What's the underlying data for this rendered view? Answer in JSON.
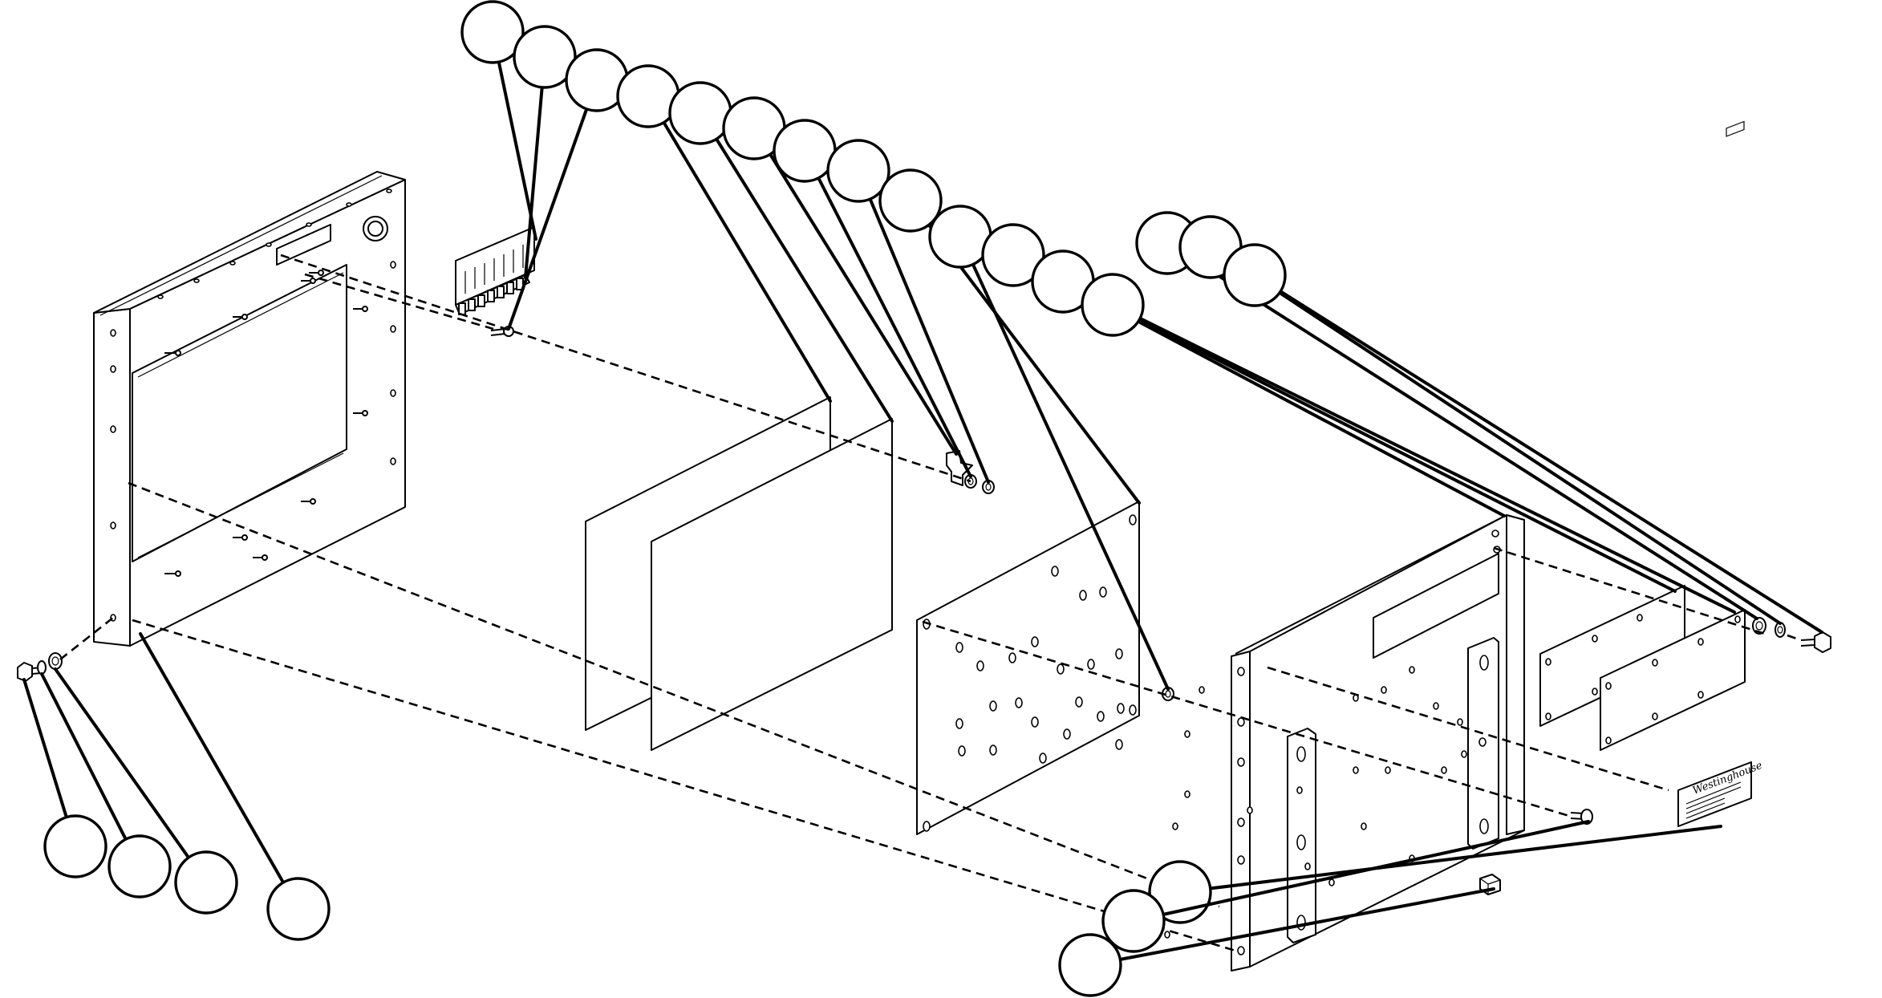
{
  "diagram": {
    "type": "exploded-assembly-view",
    "background": "#ffffff",
    "ink": "#000000",
    "callouts": [
      {
        "part": "terminal-marker-strip",
        "number": ""
      },
      {
        "part": "terminal-block",
        "number": ""
      },
      {
        "part": "terminal-screw",
        "number": ""
      },
      {
        "part": "insulation-sheet-front",
        "number": ""
      },
      {
        "part": "insulation-sheet-rear",
        "number": ""
      },
      {
        "part": "ground-lug",
        "number": ""
      },
      {
        "part": "lock-washer-small",
        "number": ""
      },
      {
        "part": "nut-small",
        "number": ""
      },
      {
        "part": "back-panel",
        "number": ""
      },
      {
        "part": "panel-standoff",
        "number": ""
      },
      {
        "part": "enclosure-chassis",
        "number": ""
      },
      {
        "part": "cover-plate-front",
        "number": ""
      },
      {
        "part": "cover-plate-rear",
        "number": ""
      },
      {
        "part": "washer-right",
        "number": ""
      },
      {
        "part": "lock-washer-right",
        "number": ""
      },
      {
        "part": "hex-bolt-right",
        "number": ""
      },
      {
        "part": "name-plate",
        "number": ""
      },
      {
        "part": "shoulder-screw",
        "number": ""
      },
      {
        "part": "spacer-block",
        "number": ""
      },
      {
        "part": "hex-bolt-left",
        "number": ""
      },
      {
        "part": "lock-washer-left",
        "number": ""
      },
      {
        "part": "flat-washer-left",
        "number": ""
      },
      {
        "part": "front-frame",
        "number": ""
      }
    ],
    "nameplate_logo": "Westinghouse"
  }
}
